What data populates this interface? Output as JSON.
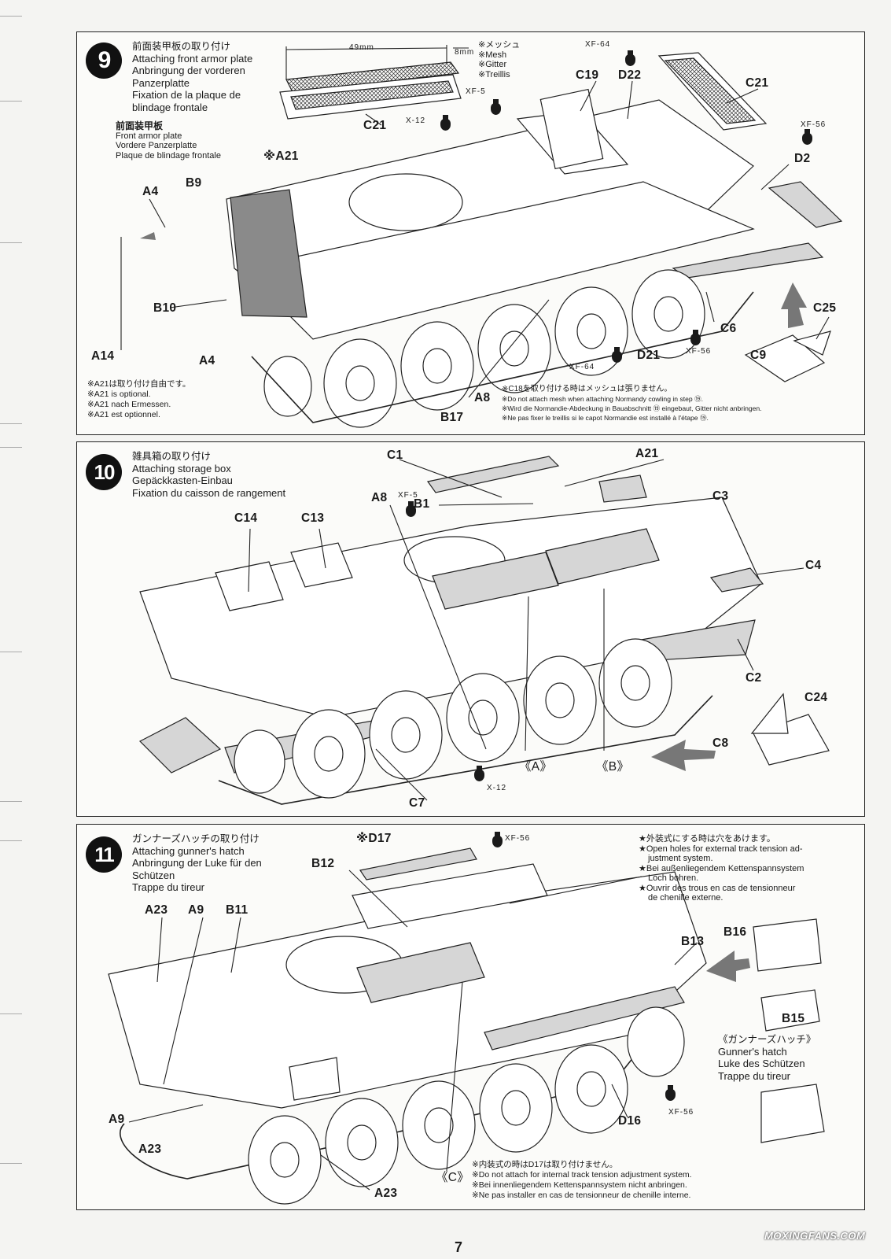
{
  "page": {
    "number": "7",
    "watermark": "MOXINGFANS.COM"
  },
  "step9": {
    "number": "9",
    "title_jp": "前面装甲板の取り付け",
    "title_en": "Attaching front armor plate",
    "title_de1": "Anbringung der vorderen",
    "title_de2": "Panzerplatte",
    "title_fr1": "Fixation de la plaque de",
    "title_fr2": "blindage frontale",
    "sub_jp": "前面装甲板",
    "sub_en": "Front armor plate",
    "sub_de": "Vordere Panzerplatte",
    "sub_fr": "Plaque de blindage frontale",
    "dim_width": "49mm",
    "dim_height": "8mm",
    "mesh_jp": "※メッシュ",
    "mesh_en": "※Mesh",
    "mesh_de": "※Gitter",
    "mesh_fr": "※Treillis",
    "labels": [
      "C21",
      "C19",
      "D22",
      "C21",
      "D2",
      "A4",
      "B9",
      "※A21",
      "B10",
      "A14",
      "A4",
      "C6",
      "D21",
      "C25",
      "C9",
      "A8",
      "B17"
    ],
    "paints": [
      "XF-64",
      "XF-5",
      "X-12",
      "XF-56",
      "XF-56",
      "XF-64"
    ],
    "optional_jp": "※A21は取り付け自由です。",
    "optional_en": "※A21 is optional.",
    "optional_de": "※A21 nach Ermessen.",
    "optional_fr": "※A21 est optionnel.",
    "c18_jp": "※C18を取り付ける時はメッシュは張りません。",
    "c18_en": "※Do not attach mesh when attaching Normandy cowling in step ⑲.",
    "c18_de": "※Wird die Normandie-Abdeckung in Bauabschnitt ⑲ eingebaut, Gitter nicht anbringen.",
    "c18_fr": "※Ne pas fixer le treillis si le capot Normandie est installé à l'étape ⑲."
  },
  "step10": {
    "number": "10",
    "title_jp": "雑具箱の取り付け",
    "title_en": "Attaching storage box",
    "title_de": "Gepäckkasten-Einbau",
    "title_fr": "Fixation du caisson de rangement",
    "labels": [
      "C1",
      "A21",
      "A8",
      "B1",
      "C3",
      "C14",
      "C13",
      "C4",
      "C2",
      "C24",
      "C8",
      "C7",
      "《A》",
      "《B》"
    ],
    "paints": [
      "XF-5",
      "X-12"
    ]
  },
  "step11": {
    "number": "11",
    "title_jp": "ガンナーズハッチの取り付け",
    "title_en": "Attaching gunner's hatch",
    "title_de1": "Anbringung der Luke für den",
    "title_de2": "Schützen",
    "title_fr": "Trappe du tireur",
    "labels": [
      "※D17",
      "B12",
      "A23",
      "A9",
      "B11",
      "B13",
      "B16",
      "B15",
      "A9",
      "A23",
      "D16",
      "A23",
      "《C》"
    ],
    "paints": [
      "XF-56",
      "XF-56"
    ],
    "ext_jp": "★外装式にする時は穴をあけます。",
    "ext_en1": "★Open holes for external track tension ad-",
    "ext_en2": "justment system.",
    "ext_de1": "★Bei außenliegendem Kettenspannsystem",
    "ext_de2": "Loch bohren.",
    "ext_fr1": "★Ouvrir des trous en cas de tensionneur",
    "ext_fr2": "de chenille externe.",
    "hatch_jp": "《ガンナーズハッチ》",
    "hatch_en": "Gunner's hatch",
    "hatch_de": "Luke des Schützen",
    "hatch_fr": "Trappe du tireur",
    "int_jp": "※内装式の時はD17は取り付けません。",
    "int_en": "※Do not attach for internal track tension adjustment system.",
    "int_de": "※Bei innenliegendem Kettenspannsystem nicht anbringen.",
    "int_fr": "※Ne pas installer en cas de tensionneur de chenille interne."
  }
}
